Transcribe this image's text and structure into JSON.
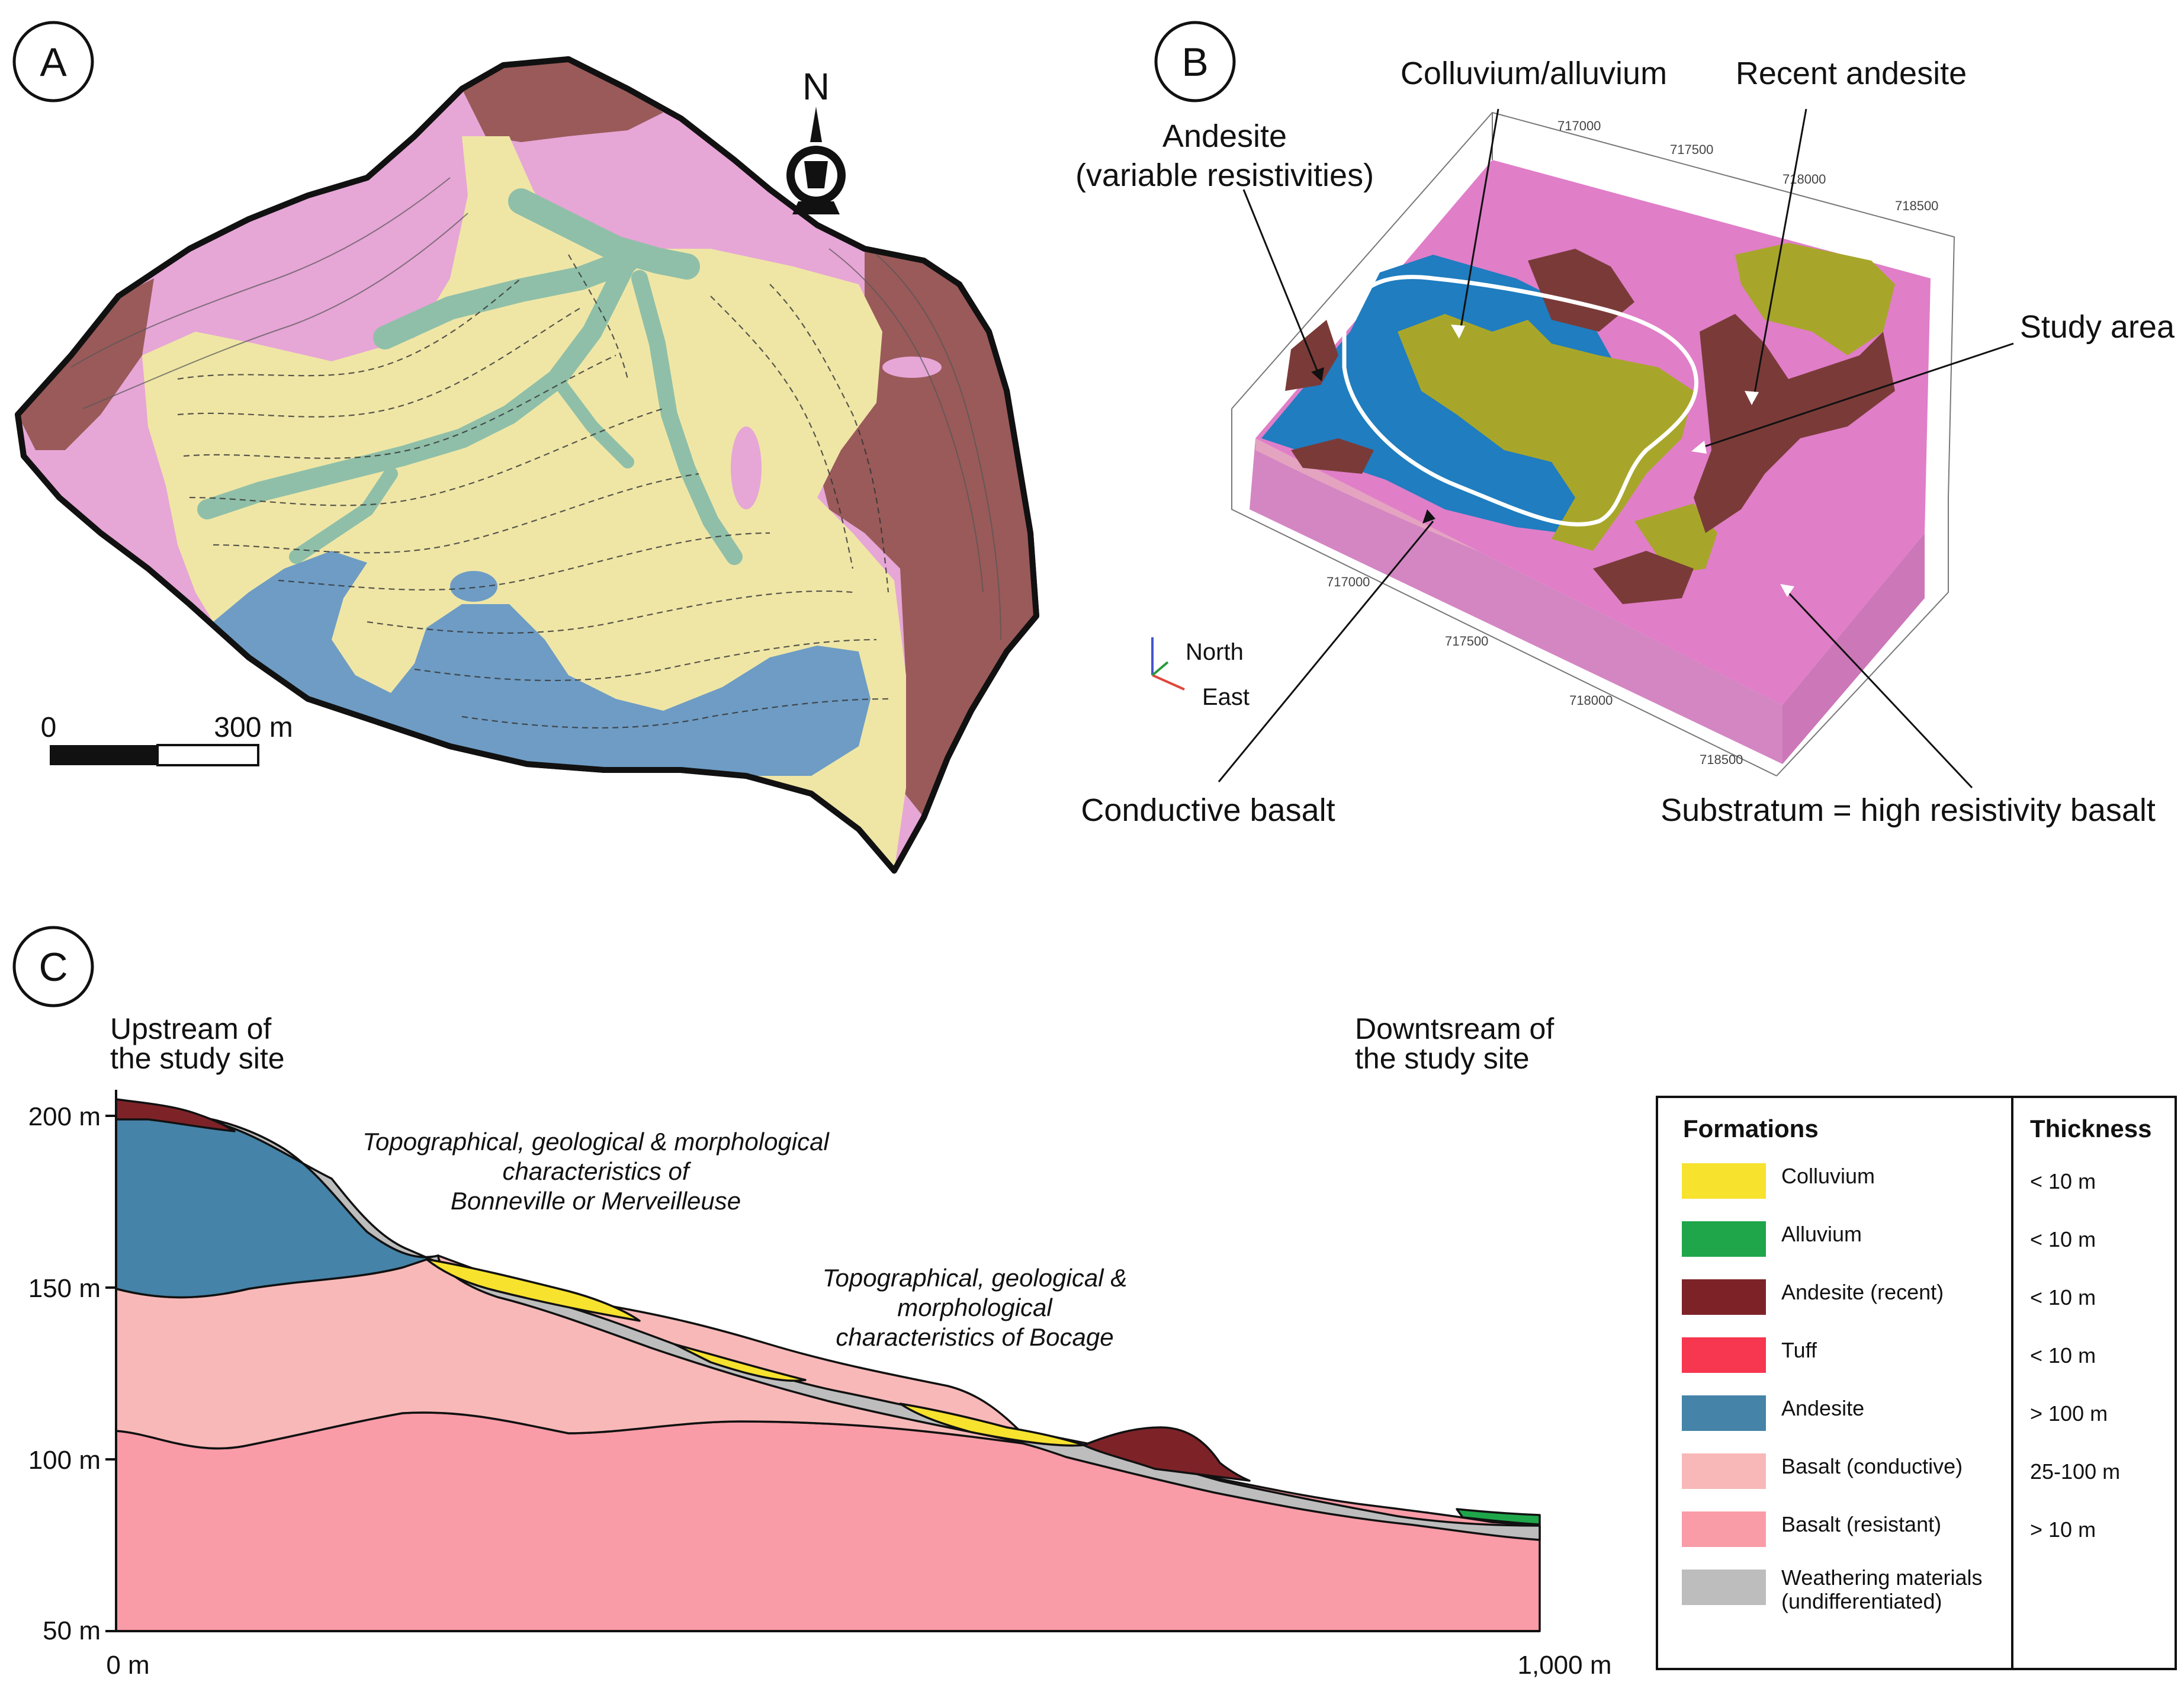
{
  "panels": {
    "a": "A",
    "b": "B",
    "c": "C"
  },
  "panel_a": {
    "north": "N",
    "scale_start": "0",
    "scale_end": "300 m"
  },
  "panel_b": {
    "labels": {
      "colluvium_alluvium": "Colluvium/alluvium",
      "recent_andesite": "Recent andesite",
      "andesite_1": "Andesite",
      "andesite_2": "(variable resistivities)",
      "study_area": "Study area",
      "conductive_basalt": "Conductive basalt",
      "substratum": "Substratum = high resistivity basalt"
    },
    "axis": {
      "north": "North",
      "east": "East"
    },
    "grid_ticks": [
      "717000",
      "717500",
      "718000",
      "718500"
    ]
  },
  "panel_c": {
    "upstream_1": "Upstream of",
    "upstream_2": "the study site",
    "downstream_1": "Downtsream of",
    "downstream_2": "the study site",
    "annot1_1": "Topographical, geological & morphological",
    "annot1_2": "characteristics of",
    "annot1_3": "Bonneville or Merveilleuse",
    "annot2_1": "Topographical, geological &",
    "annot2_2": "morphological",
    "annot2_3": "characteristics of Bocage",
    "y_ticks": [
      "200 m",
      "150 m",
      "100 m",
      "50 m"
    ],
    "x_ticks": [
      "0 m",
      "1,000 m"
    ]
  },
  "legend": {
    "header_formations": "Formations",
    "header_thickness": "Thickness",
    "rows": [
      {
        "name": "Colluvium",
        "name2": "",
        "color": "#f7e22e",
        "thickness": "< 10 m"
      },
      {
        "name": "Alluvium",
        "name2": "",
        "color": "#1fa64a",
        "thickness": "< 10 m"
      },
      {
        "name": "Andesite (recent)",
        "name2": "",
        "color": "#7d2328",
        "thickness": "< 10 m"
      },
      {
        "name": "Tuff",
        "name2": "",
        "color": "#f7364f",
        "thickness": "< 10 m"
      },
      {
        "name": "Andesite",
        "name2": "",
        "color": "#4583a8",
        "thickness": "> 100 m"
      },
      {
        "name": "Basalt (conductive)",
        "name2": "",
        "color": "#f9b8b8",
        "thickness": "25-100 m"
      },
      {
        "name": "Basalt (resistant)",
        "name2": "",
        "color": "#f99ca7",
        "thickness": "> 10 m"
      },
      {
        "name": "Weathering materials",
        "name2": "(undifferentiated)",
        "color": "#bdbdbd",
        "thickness": ""
      }
    ]
  },
  "colors": {
    "map_pink": "#e6a6d6",
    "map_yellow": "#efe6a6",
    "map_brown": "#9a5a5a",
    "map_green": "#8fbfa8",
    "map_blue": "#6e9cc4",
    "block_pink": "#e07ec8",
    "block_blue": "#1f7dc0",
    "block_olive": "#a8a62a",
    "block_brown": "#7a3b38"
  }
}
